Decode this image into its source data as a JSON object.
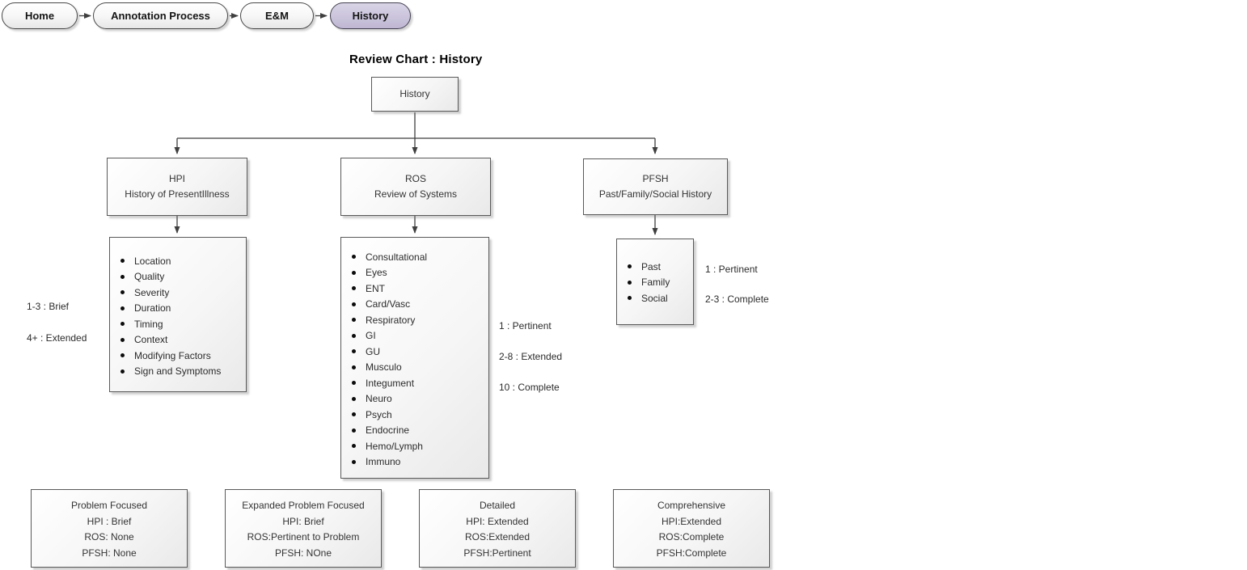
{
  "breadcrumb": {
    "items": [
      {
        "label": "Home",
        "active": false
      },
      {
        "label": "Annotation Process",
        "active": false
      },
      {
        "label": "E&M",
        "active": false
      },
      {
        "label": "History",
        "active": true
      }
    ]
  },
  "title": "Review Chart : History",
  "tree": {
    "root": {
      "label": "History"
    },
    "branches": [
      {
        "abbr": "HPI",
        "name": "History of PresentIllness",
        "items": [
          "Location",
          "Quality",
          "Severity",
          "Duration",
          "Timing",
          "Context",
          "Modifying Factors",
          "Sign and Symptoms"
        ],
        "annotations": [
          "1-3 : Brief",
          "4+ : Extended"
        ]
      },
      {
        "abbr": "ROS",
        "name": "Review of Systems",
        "items": [
          "Consultational",
          "Eyes",
          "ENT",
          "Card/Vasc",
          "Respiratory",
          "GI",
          "GU",
          "Musculo",
          "Integument",
          "Neuro",
          "Psych",
          "Endocrine",
          "Hemo/Lymph",
          "Immuno"
        ],
        "annotations": [
          "1 : Pertinent",
          "2-8 : Extended",
          "10 : Complete"
        ]
      },
      {
        "abbr": "PFSH",
        "name": "Past/Family/Social History",
        "items": [
          "Past",
          "Family",
          "Social"
        ],
        "annotations": [
          "1 : Pertinent",
          "2-3 : Complete"
        ]
      }
    ]
  },
  "levels": [
    {
      "title": "Problem Focused",
      "lines": [
        "HPI : Brief",
        "ROS: None",
        "PFSH: None"
      ]
    },
    {
      "title": "Expanded Problem Focused",
      "lines": [
        "HPI: Brief",
        "ROS:Pertinent to Problem",
        "PFSH: NOne"
      ]
    },
    {
      "title": "Detailed",
      "lines": [
        "HPI: Extended",
        "ROS:Extended",
        "PFSH:Pertinent"
      ]
    },
    {
      "title": "Comprehensive",
      "lines": [
        "HPI:Extended",
        "ROS:Complete",
        "PFSH:Complete"
      ]
    }
  ],
  "colors": {
    "active_pill": "#cbc4dc",
    "box_border": "#595959",
    "connector": "#3f3f3f",
    "background": "#ffffff"
  }
}
